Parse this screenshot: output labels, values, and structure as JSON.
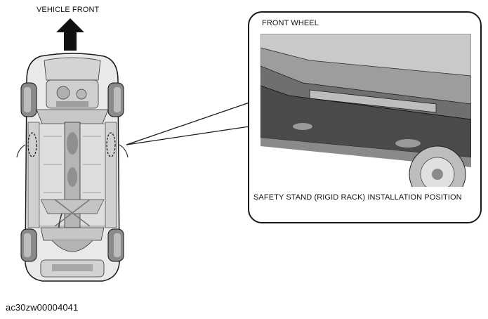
{
  "labels": {
    "vehicle_front": "VEHICLE FRONT",
    "front_wheel": "FRONT WHEEL",
    "installation_position": "SAFETY STAND (RIGID RACK) INSTALLATION POSITION",
    "diagram_id": "ac30zw00004041"
  },
  "icons": {
    "direction_arrow": "arrow-up-icon"
  },
  "colors": {
    "line": "#1a1a1a",
    "body_light": "#e6e6e6",
    "body_mid": "#bdbdbd",
    "body_dark": "#6e6e6e"
  }
}
